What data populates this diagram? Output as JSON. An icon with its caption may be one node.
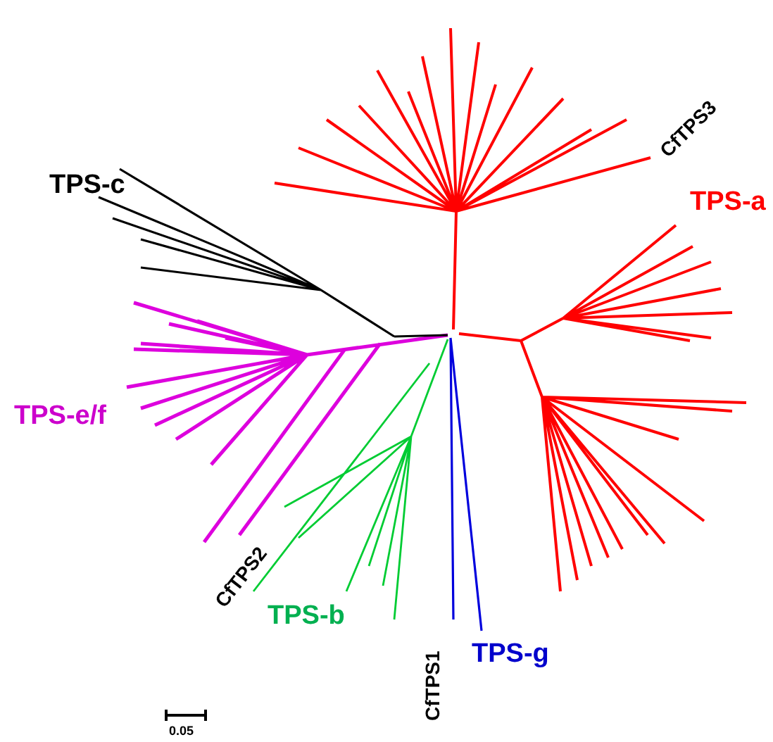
{
  "diagram": {
    "labels": [
      "TPS-c",
      "CfTPS3",
      "TPS-a",
      "TPS-e/f",
      "CfTPS2",
      "TPS-b",
      "CfTPS1",
      "TPS-g",
      "0.05"
    ]
  }
}
